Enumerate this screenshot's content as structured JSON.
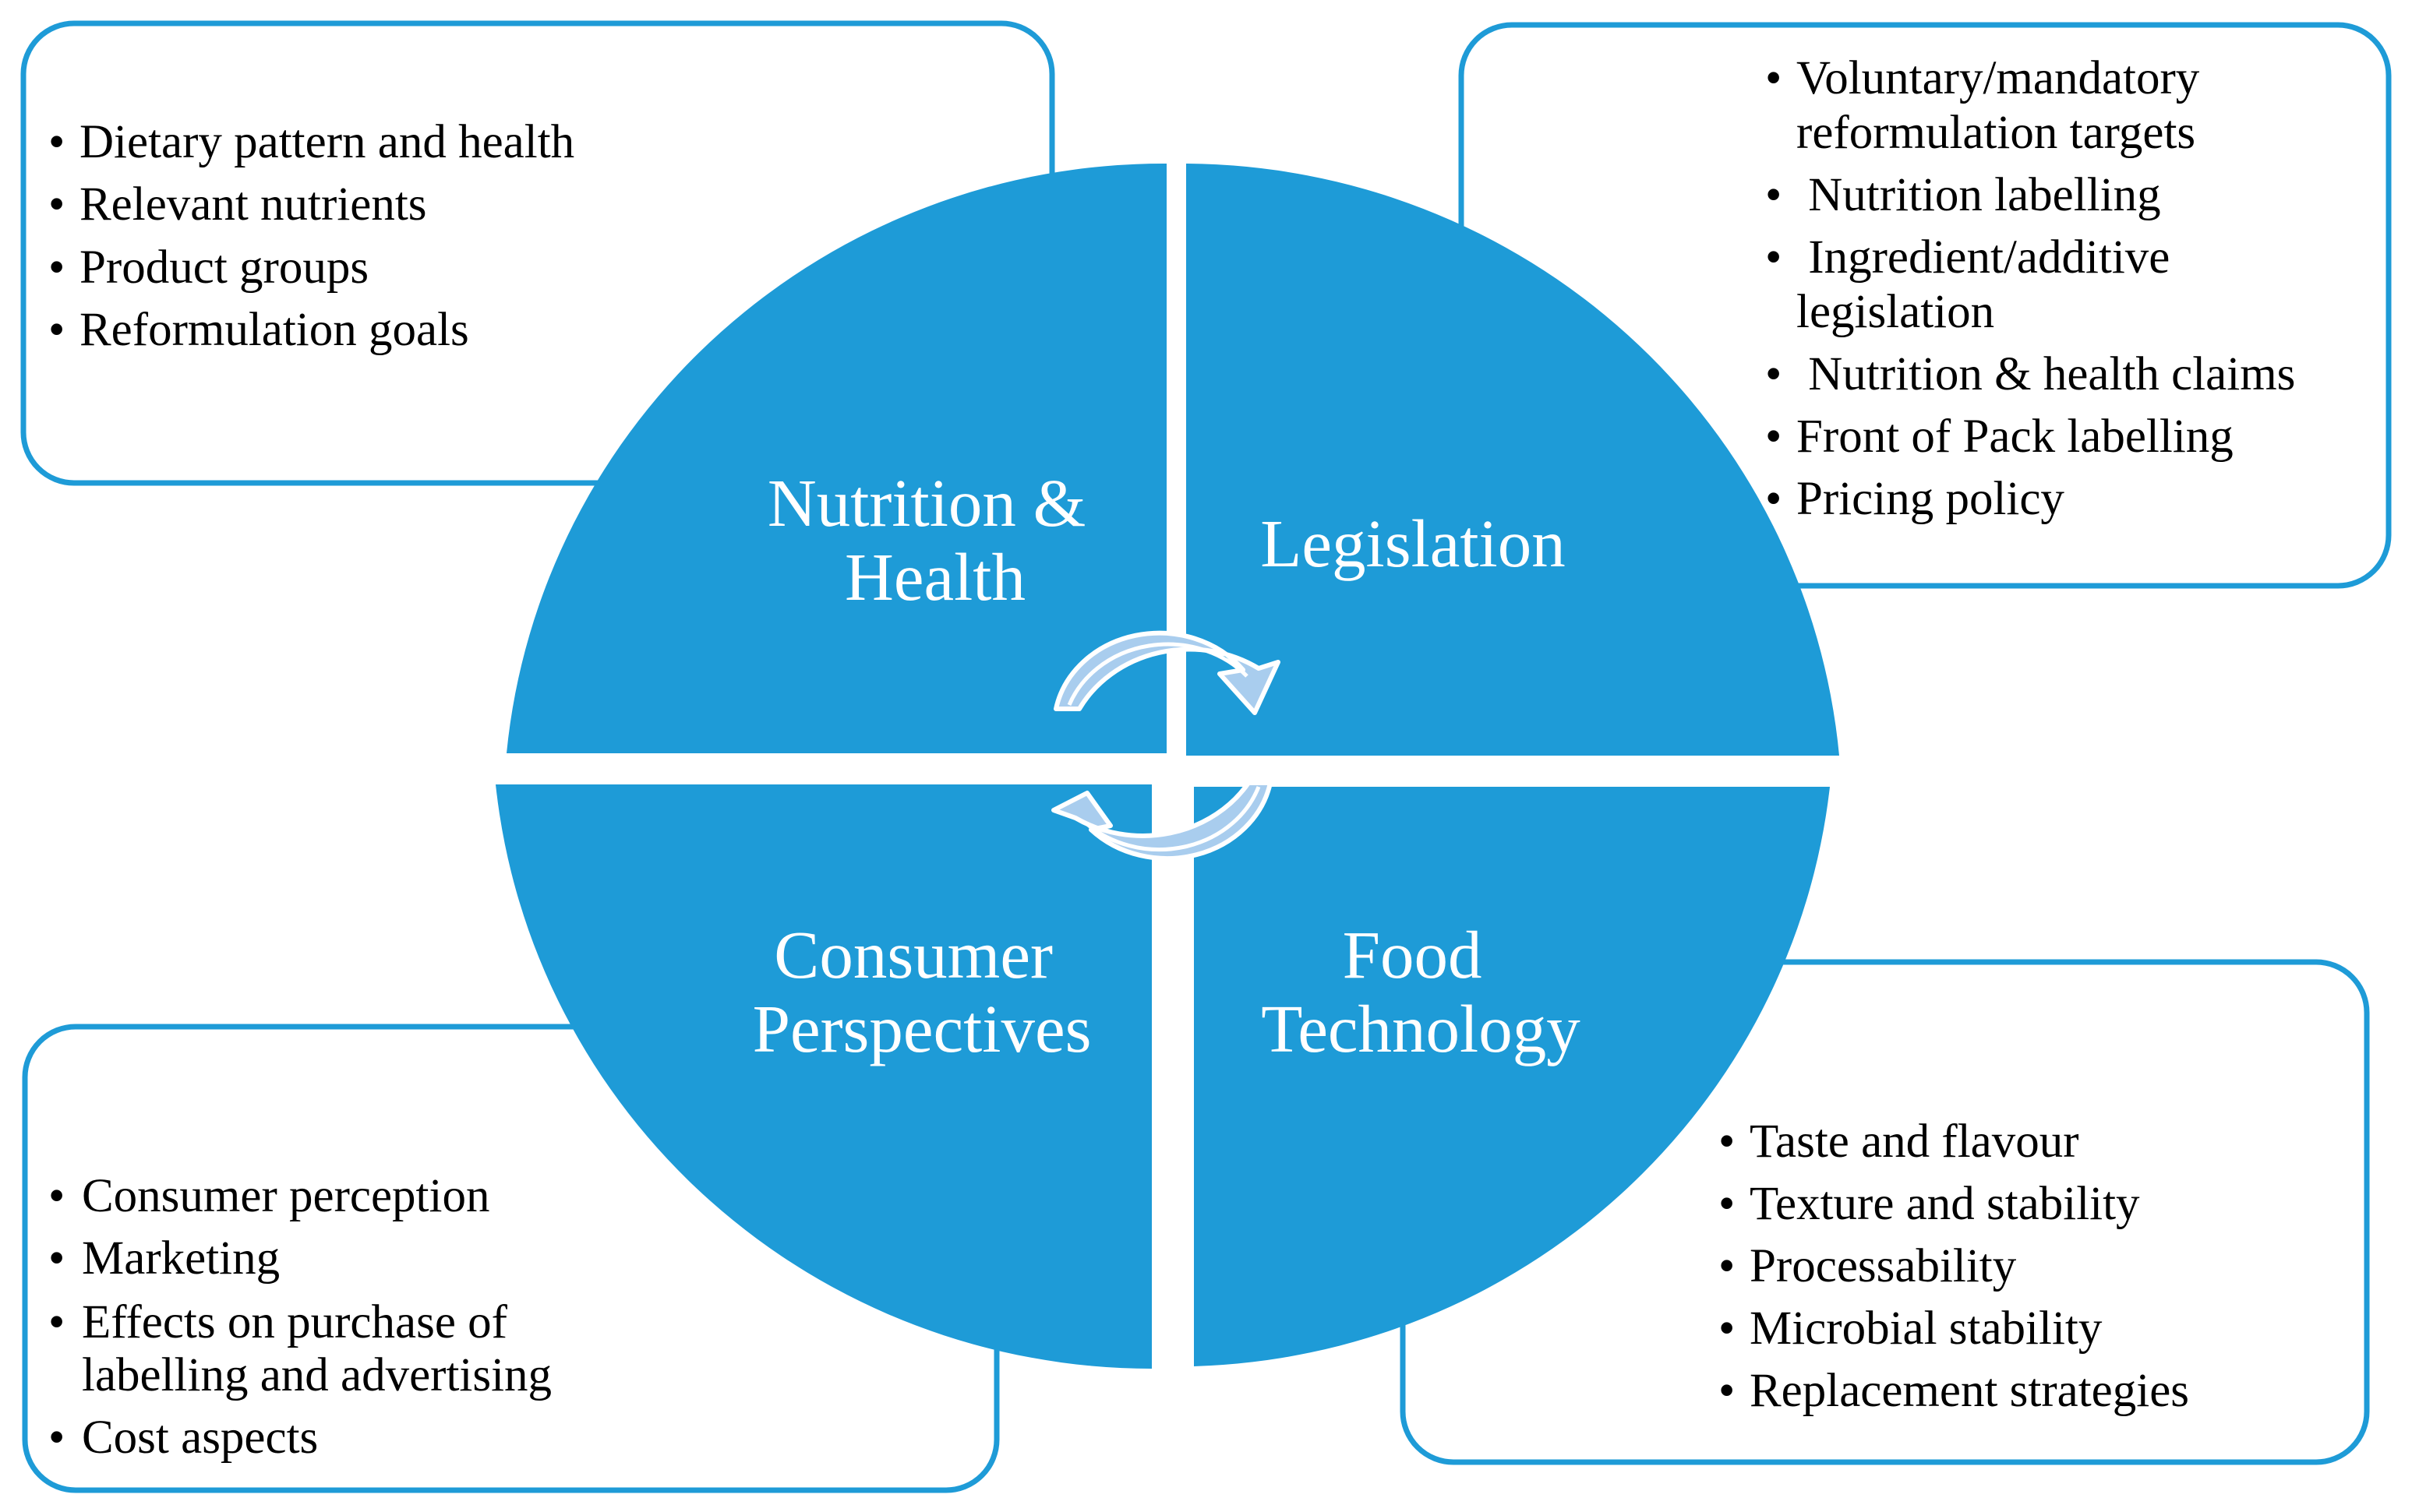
{
  "colors": {
    "quadrant_fill": "#1e9bd7",
    "box_border": "#1e9bd7",
    "arrow_fill": "#a9cdee",
    "arrow_stroke": "#ffffff",
    "quadrant_text": "#ffffff",
    "box_text": "#000000"
  },
  "quadrants": {
    "nutrition": {
      "line1": "Nutrition &",
      "line2": "Health"
    },
    "legislation": {
      "line1": "Legislation"
    },
    "consumer": {
      "line1": "Consumer",
      "line2": "Perspectives"
    },
    "technology": {
      "line1": "Food",
      "line2": "Technology"
    }
  },
  "boxes": {
    "nutrition": [
      "Dietary pattern and health",
      "Relevant nutrients",
      "Product groups",
      "Reformulation goals"
    ],
    "legislation": [
      "Voluntary/mandatory",
      "reformulation targets",
      " Nutrition labelling",
      " Ingredient/additive",
      "legislation",
      " Nutrition & health claims",
      "Front of Pack labelling",
      "Pricing policy"
    ],
    "consumer": [
      "Consumer perception",
      "Marketing",
      "Effects on purchase of",
      "labelling and advertising",
      "Cost aspects"
    ],
    "technology": [
      "Taste and flavour",
      "Texture and stability",
      "Processability",
      "Microbial stability",
      "Replacement strategies"
    ]
  },
  "icons": {
    "bullet": "•",
    "cycle": "cycle-arrows-icon"
  }
}
